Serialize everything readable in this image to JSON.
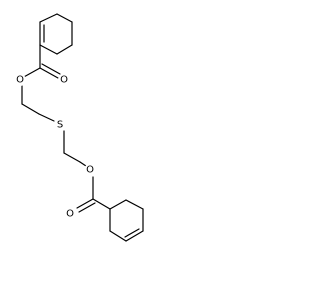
{
  "molecule": {
    "atoms": {
      "O_top_carbonyl": "O",
      "O_top_ester": "O",
      "S": "S",
      "O_bottom_ester": "O",
      "O_bottom_carbonyl": "O"
    }
  },
  "colors": {
    "bond": "#000000",
    "label": "#000000",
    "background": "#ffffff"
  }
}
